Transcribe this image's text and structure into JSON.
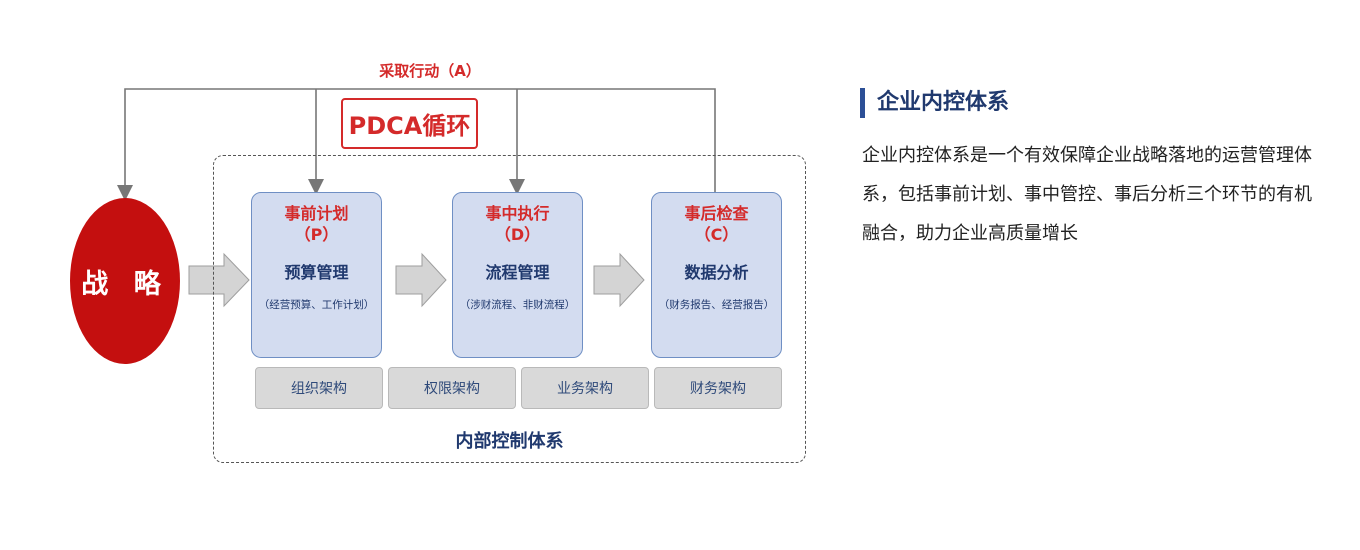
{
  "diagram": {
    "action_label": "采取行动（A）",
    "pdca_title": "PDCA循环",
    "strategy_label": "战 略",
    "stages": [
      {
        "title": "事前计划",
        "letter": "（P）",
        "main": "预算管理",
        "sub": "（经营预算、工作计划）"
      },
      {
        "title": "事中执行",
        "letter": "（D）",
        "main": "流程管理",
        "sub": "（涉财流程、非财流程）"
      },
      {
        "title": "事后检查",
        "letter": "（C）",
        "main": "数据分析",
        "sub": "（财务报告、经营报告）"
      }
    ],
    "foundations": [
      "组织架构",
      "权限架构",
      "业务架构",
      "财务架构"
    ],
    "system_label": "内部控制体系"
  },
  "side_panel": {
    "title": "企业内控体系",
    "description": "企业内控体系是一个有效保障企业战略落地的运营管理体系，包括事前计划、事中管控、事后分析三个环节的有机融合，助力企业高质量增长"
  },
  "colors": {
    "accent_red": "#d42a2a",
    "strategy_red": "#c40f0f",
    "navy": "#20396e",
    "stage_fill": "#d3dcf0",
    "foundation_fill": "#d9d9d9"
  }
}
